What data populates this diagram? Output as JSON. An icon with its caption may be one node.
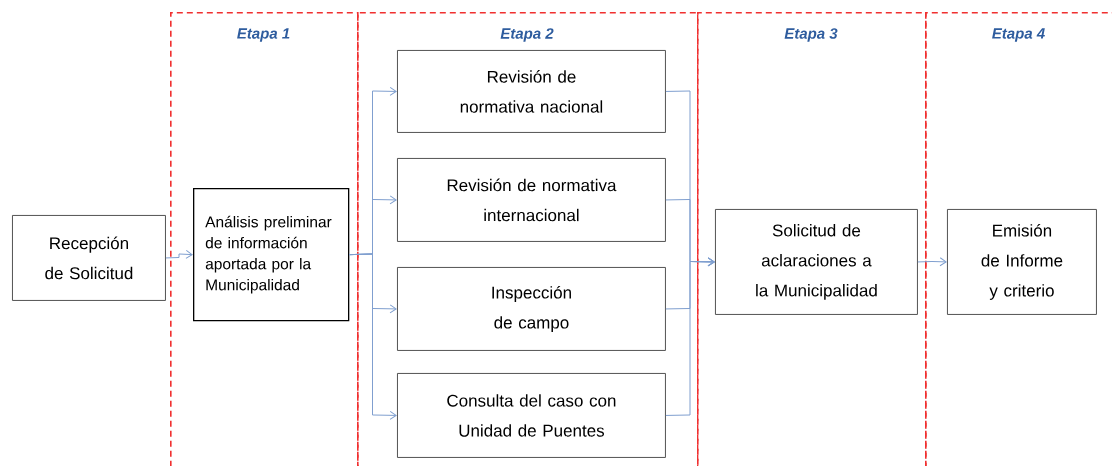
{
  "diagram": {
    "nodes": [
      {
        "text": [
          "Recepción de Solicitud"
        ]
      },
      {
        "text": [
          "Etapa 1"
        ]
      },
      {
        "text": [
          "Análisis preliminar de información aportada por la Municipalidad"
        ],
        "in": 1
      },
      {
        "text": [
          "Etapa 2"
        ]
      },
      {
        "text": [
          "Revisión de normativa nacional"
        ],
        "in": 3
      },
      {
        "text": [
          "Revisión de normativa internacional"
        ],
        "in": 3
      },
      {
        "text": [
          "Inspección de campo"
        ],
        "in": 3
      },
      {
        "text": [
          "Consulta del caso con Unidad de Puentes"
        ],
        "in": 3
      },
      {
        "text": [
          "Etapa 3"
        ]
      },
      {
        "text": [
          "Solicitud de aclaraciones a la Municipalidad"
        ],
        "in": 8
      },
      {
        "text": [
          "Etapa 4"
        ]
      },
      {
        "text": [
          "Emisión de Informe y criterio"
        ],
        "in": 10
      }
    ],
    "edges": [
      {
        "from": 0,
        "to": 2,
        "arrow": "to"
      },
      {
        "from": 2,
        "to": 4,
        "arrow": "to"
      },
      {
        "from": 2,
        "to": 5,
        "arrow": "to"
      },
      {
        "from": 2,
        "to": 6,
        "arrow": "to"
      },
      {
        "from": 2,
        "to": 7,
        "arrow": "to"
      },
      {
        "from": 4,
        "to": 9,
        "arrow": "to"
      },
      {
        "from": 5,
        "to": 9,
        "arrow": "to"
      },
      {
        "from": 6,
        "to": 9,
        "arrow": "to"
      },
      {
        "from": 7,
        "to": 9,
        "arrow": "to"
      },
      {
        "from": 9,
        "to": 11,
        "arrow": "to"
      }
    ]
  }
}
